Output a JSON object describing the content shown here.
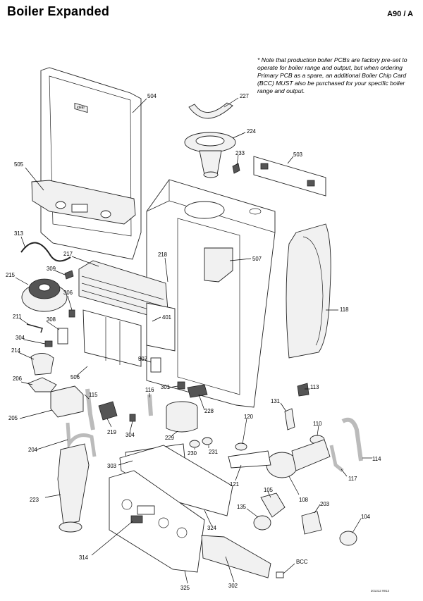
{
  "header": {
    "title": "Boiler Expanded",
    "model_code": "A90 / A"
  },
  "note": "* Note that production boiler PCBs are factory pre-set to operate for boiler range and output, but when ordering Primary PCB as a spare, an additional Boiler Chip Card (BCC) MUST also be purchased for your specific boiler range and output.",
  "reference_code": "201312 9913",
  "case_brand_text": "ideal",
  "callouts": {
    "p504": "504",
    "p227": "227",
    "p224": "224",
    "p233": "233",
    "p503": "503",
    "p505": "505",
    "p313": "313",
    "p217": "217",
    "p218": "218",
    "p507": "507",
    "p309": "309",
    "p215": "215",
    "p306": "306",
    "p401": "401",
    "p118": "118",
    "p211": "211",
    "p308": "308",
    "p304a": "304",
    "p214": "214",
    "p307": "307",
    "p206": "206",
    "p506": "506",
    "p301": "301",
    "p115": "115",
    "p116": "116",
    "p228": "228",
    "p113": "113",
    "p131": "131",
    "p205": "205",
    "p219": "219",
    "p304b": "304",
    "p229": "229",
    "p120": "120",
    "p110": "110",
    "p114": "114",
    "p204": "204",
    "p230": "230",
    "p231": "231",
    "p303": "303",
    "p121": "121",
    "p117": "117",
    "p108": "108",
    "p223": "223",
    "p105": "105",
    "p203": "203",
    "p135": "135",
    "p324": "324",
    "p104": "104",
    "p314": "314",
    "pBCC": "BCC",
    "p325": "325",
    "p302": "302"
  }
}
